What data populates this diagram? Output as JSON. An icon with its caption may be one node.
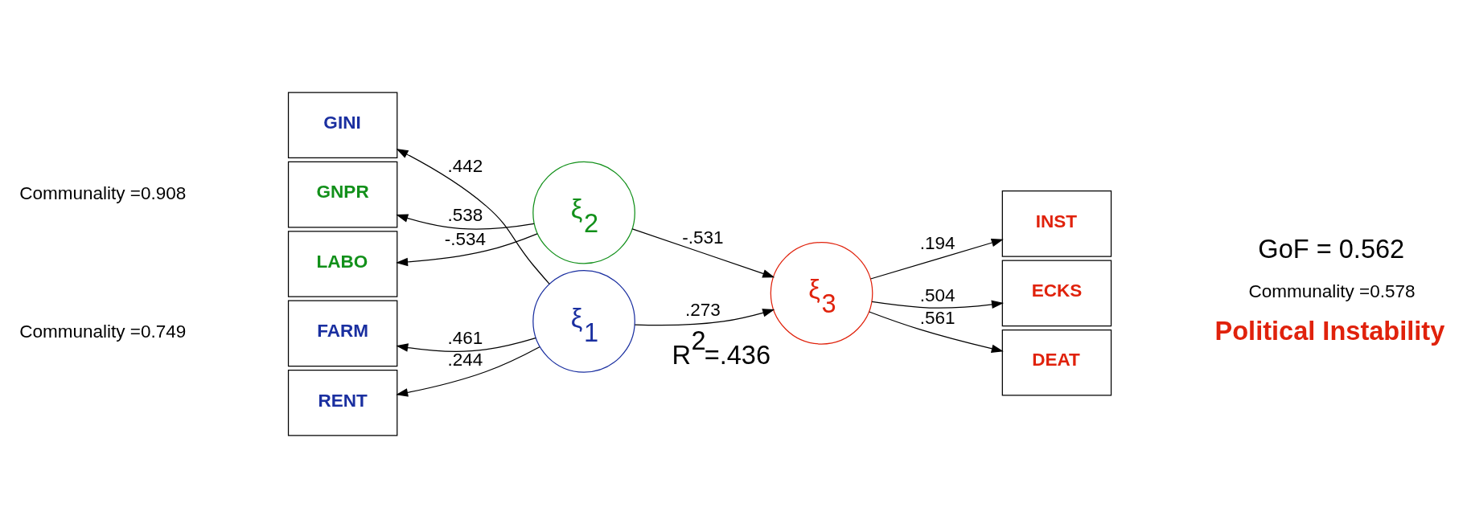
{
  "diagram": {
    "nodes": [
      {
        "text": [
          "GINI"
        ]
      },
      {
        "text": [
          "FARM"
        ]
      },
      {
        "text": [
          "RENT"
        ]
      },
      {
        "text": [
          "GNPR"
        ]
      },
      {
        "text": [
          "LABO"
        ]
      },
      {
        "text": [
          "ξ$_{1}$"
        ]
      },
      {
        "text": [
          "ξ$_{2}$"
        ]
      },
      {
        "text": [
          "ξ$_{3}$"
        ],
        "beside": [
          "R$^{2}$=.436"
        ]
      },
      {
        "text": [
          "INST"
        ]
      },
      {
        "text": [
          "ECKS"
        ]
      },
      {
        "text": [
          "DEAT"
        ]
      }
    ],
    "edges": [
      {
        "from": 5,
        "to": 0,
        "arrow": "to",
        "label": ".442"
      },
      {
        "from": 5,
        "to": 1,
        "arrow": "to",
        "label": ".461"
      },
      {
        "from": 5,
        "to": 2,
        "arrow": "to",
        "label": ".244"
      },
      {
        "from": 6,
        "to": 3,
        "arrow": "to",
        "label": ".538"
      },
      {
        "from": 6,
        "to": 4,
        "arrow": "to",
        "label": "-.534"
      },
      {
        "from": 5,
        "to": 7,
        "arrow": "to",
        "label": ".273"
      },
      {
        "from": 6,
        "to": 7,
        "arrow": "to",
        "label": "-.531"
      },
      {
        "from": 7,
        "to": 8,
        "arrow": "to",
        "label": ".194"
      },
      {
        "from": 7,
        "to": 9,
        "arrow": "to",
        "label": ".504"
      },
      {
        "from": 7,
        "to": 10,
        "arrow": "to",
        "label": ".561"
      }
    ],
    "labels": [
      "GoF = 0.562",
      "Communality =0.749",
      "Communality =0.578",
      "Communality =0.908",
      "Political Instability"
    ]
  }
}
